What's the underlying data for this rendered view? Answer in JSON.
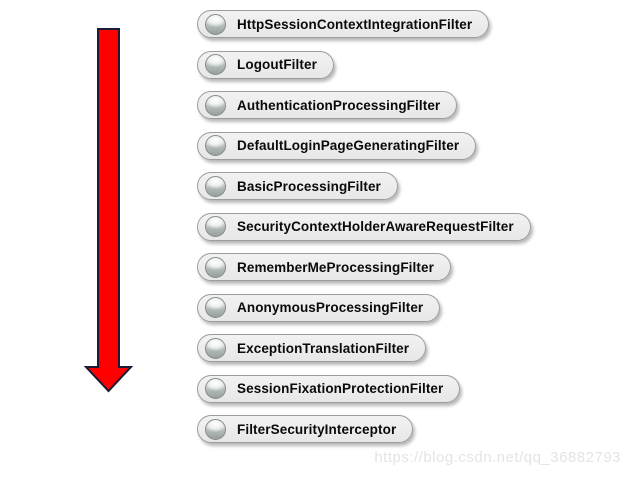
{
  "page": {
    "background_color": "#ffffff"
  },
  "diagram": {
    "flow_arrow": {
      "icon": "down-arrow-icon",
      "direction": "down",
      "fill_color": "#ff0000",
      "outline_color": "#1b1b35"
    },
    "pill_style": {
      "background_color": "#ececec",
      "border_color": "#999d9c",
      "text_color": "#0a0a0a",
      "bullet_icon": "sphere-icon"
    },
    "filters": [
      "HttpSessionContextIntegrationFilter",
      "LogoutFilter",
      "AuthenticationProcessingFilter",
      "DefaultLoginPageGeneratingFilter",
      "BasicProcessingFilter",
      "SecurityContextHolderAwareRequestFilter",
      "RememberMeProcessingFilter",
      "AnonymousProcessingFilter",
      "ExceptionTranslationFilter",
      "SessionFixationProtectionFilter",
      "FilterSecurityInterceptor"
    ]
  },
  "watermark": {
    "text": "https://blog.csdn.net/qq_36882793",
    "color": "#e4e4e4"
  }
}
